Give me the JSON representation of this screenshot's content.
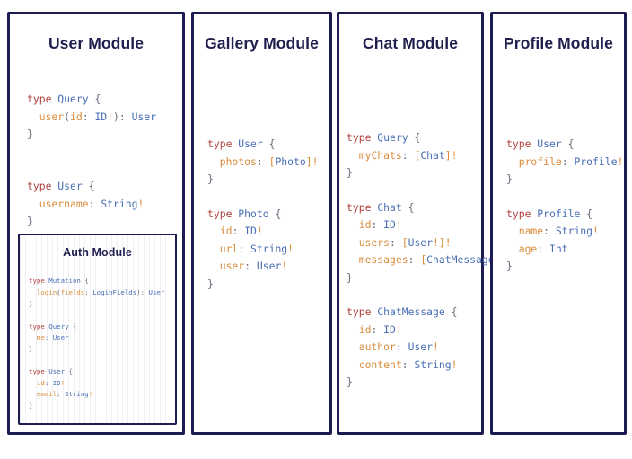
{
  "theme": {
    "background": "#ffffff",
    "border": "#1c1c52",
    "title_color": "#211f4e",
    "keyword_color": "#b0413e",
    "type_color": "#4a6fb5",
    "field_color": "#d98b3a",
    "punctuation_color": "#6b6b7b"
  },
  "modules": {
    "user": {
      "title": "User Module",
      "code": "type Query {\n  user(id: ID!): User\n}\n\n\ntype User {\n  username: String!\n}"
    },
    "auth": {
      "title": "Auth Module",
      "code": "type Mutation {\n  login(fields: LoginFields): User\n}\n\ntype Query {\n  me: User\n}\n\ntype User {\n  id: ID!\n  email: String!\n}"
    },
    "gallery": {
      "title": "Gallery Module",
      "code": "type User {\n  photos: [Photo]!\n}\n\ntype Photo {\n  id: ID!\n  url: String!\n  user: User!\n}"
    },
    "chat": {
      "title": "Chat Module",
      "code": "type Query {\n  myChats: [Chat]!\n}\n\ntype Chat {\n  id: ID!\n  users: [User!]!\n  messages: [ChatMessage]!\n}\n\ntype ChatMessage {\n  id: ID!\n  author: User!\n  content: String!\n}"
    },
    "profile": {
      "title": "Profile Module",
      "code": "type User {\n  profile: Profile!\n}\n\ntype Profile {\n  name: String!\n  age: Int\n}"
    }
  }
}
